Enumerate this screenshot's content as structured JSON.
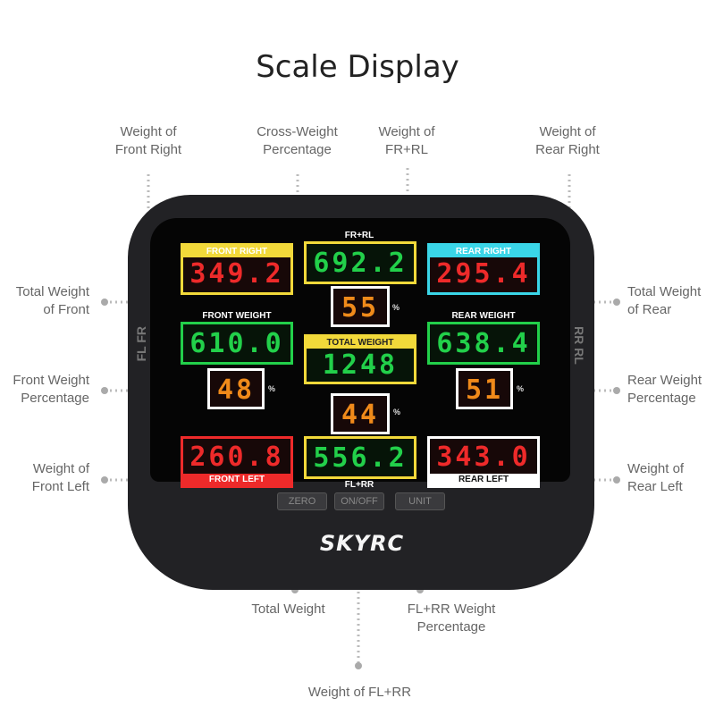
{
  "title": "Scale Display",
  "callouts": {
    "weight_front_right": [
      "Weight of",
      "Front Right"
    ],
    "cross_weight_pct": [
      "Cross-Weight",
      "Percentage"
    ],
    "weight_fr_rl": [
      "Weight of",
      "FR+RL"
    ],
    "weight_rear_right": [
      "Weight of",
      "Rear Right"
    ],
    "total_weight_front": [
      "Total Weight",
      "of Front"
    ],
    "total_weight_rear": [
      "Total Weight",
      "of Rear"
    ],
    "front_weight_pct": [
      "Front Weight",
      "Percentage"
    ],
    "rear_weight_pct": [
      "Rear Weight",
      "Percentage"
    ],
    "weight_front_left": [
      "Weight of",
      "Front Left"
    ],
    "weight_rear_left": [
      "Weight of",
      "Rear Left"
    ],
    "total_weight": [
      "Total Weight"
    ],
    "flrr_weight_pct": [
      "FL+RR Weight",
      "Percentage"
    ],
    "weight_fl_rr": [
      "Weight of FL+RR"
    ]
  },
  "display": {
    "front_right": {
      "label": "FRONT RIGHT",
      "value": "349.2"
    },
    "fr_rl": {
      "label": "FR+RL",
      "value": "692.2"
    },
    "rear_right": {
      "label": "REAR RIGHT",
      "value": "295.4"
    },
    "cross_pct": {
      "value": "55",
      "unit": "%"
    },
    "front_weight": {
      "label": "FRONT WEIGHT",
      "value": "610.0"
    },
    "total_weight": {
      "label": "TOTAL WEIGHT",
      "value": "1248"
    },
    "rear_weight": {
      "label": "REAR WEIGHT",
      "value": "638.4"
    },
    "front_pct": {
      "value": "48",
      "unit": "%"
    },
    "rear_pct": {
      "value": "51",
      "unit": "%"
    },
    "flrr_pct": {
      "value": "44",
      "unit": "%"
    },
    "front_left": {
      "label": "FRONT LEFT",
      "value": "260.8"
    },
    "fl_rr": {
      "label": "FL+RR",
      "value": "556.2"
    },
    "rear_left": {
      "label": "REAR LEFT",
      "value": "343.0"
    }
  },
  "buttons": {
    "zero": "ZERO",
    "onoff": "ON/OFF",
    "unit": "UNIT"
  },
  "brand": "SKYRC",
  "side_labels": {
    "left": "FL  FR",
    "right": "RR  RL"
  },
  "colors": {
    "red": "#ee2a2a",
    "green": "#22d04a",
    "orange": "#f08a1a",
    "yellow": "#f2d93a",
    "cyan": "#3ad6e8"
  }
}
